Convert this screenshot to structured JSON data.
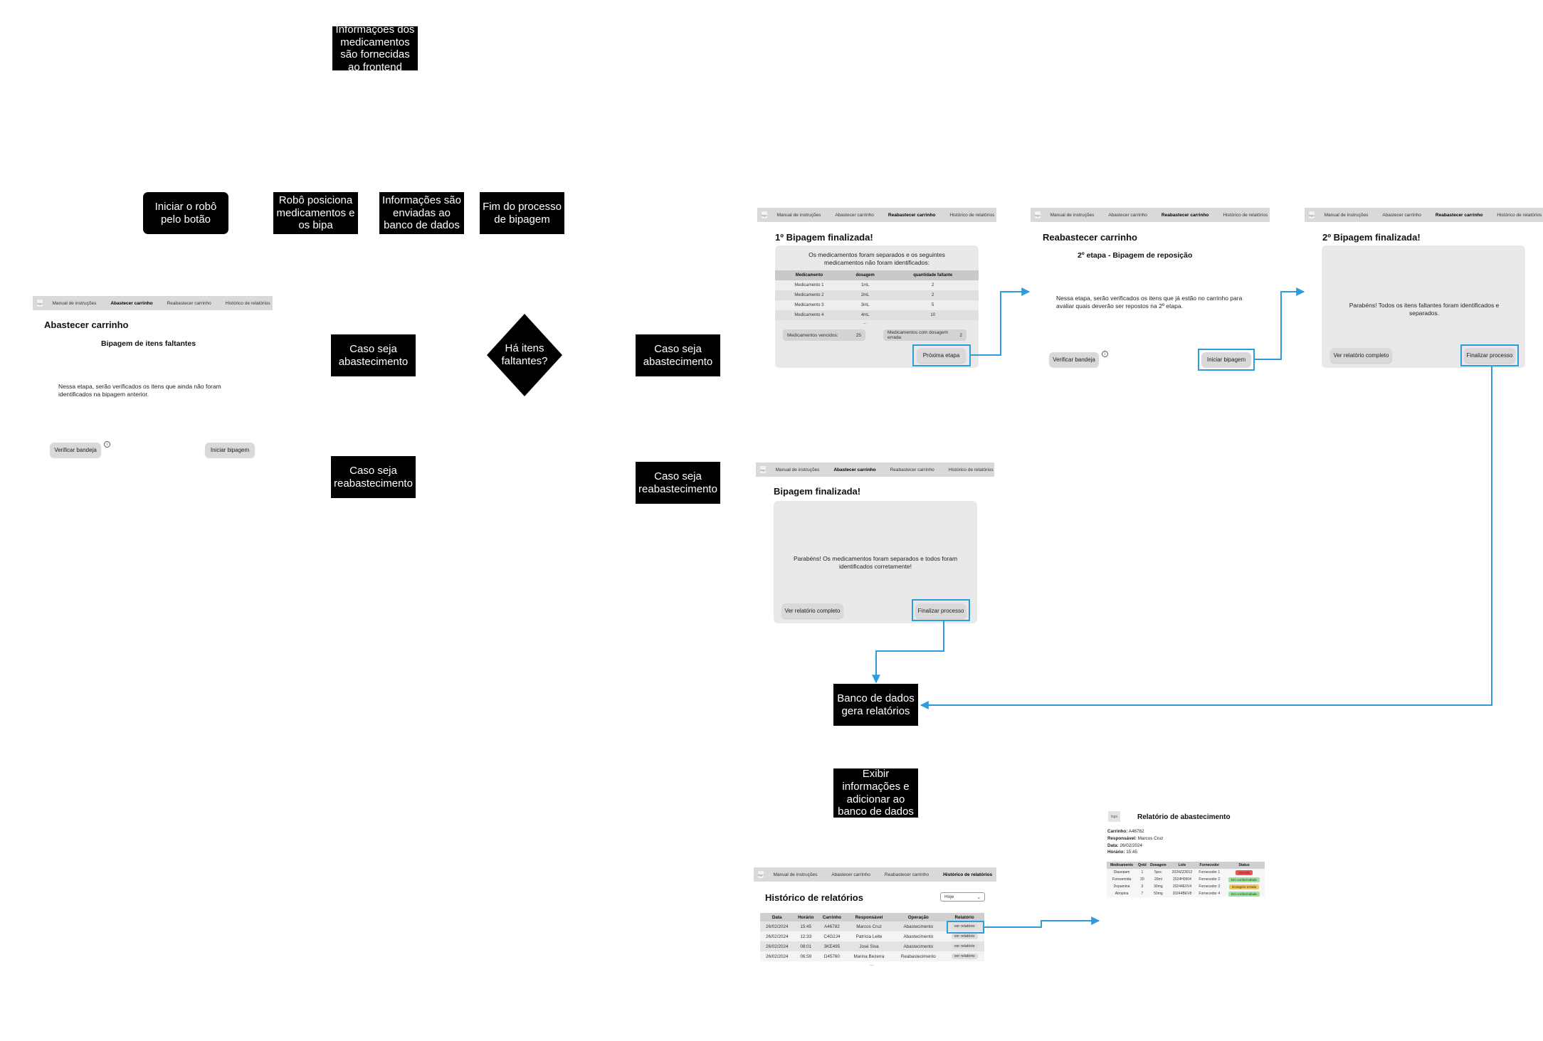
{
  "flow": {
    "info_frontend": "Informações dos medicamentos são fornecidas ao frontend",
    "start_robot": "Iniciar o robô pelo botão",
    "robot_scans": "Robô posiciona medicamentos e os bipa",
    "info_sent_db": "Informações são enviadas ao banco de dados",
    "end_scan": "Fim do processo de bipagem",
    "case_supply_left": "Caso seja abastecimento",
    "case_restock_left": "Caso seja reabastecimento",
    "decision_missing": "Há itens faltantes?",
    "case_supply_right": "Caso seja abastecimento",
    "case_restock_right": "Caso seja reabastecimento",
    "db_reports": "Banco de dados gera relatórios",
    "show_info": "Exibir informações e adicionar ao banco de dados"
  },
  "nav": {
    "logo": "logo",
    "manual": "Manual de instruções",
    "supply": "Abastecer carrinho",
    "restock": "Reabastecer carrinho",
    "history": "Histórico de relatórios"
  },
  "screen_supply": {
    "title": "Abastecer carrinho",
    "subtitle": "Bipagem de itens faltantes",
    "text": "Nessa etapa, serão verificados os itens que ainda não foram identificados na bipagem anterior.",
    "check_tray": "Verificar bandeja",
    "start_scan": "Iniciar bipagem",
    "info": "i"
  },
  "screen_first_scan": {
    "title": "1º Bipagem finalizada!",
    "text": "Os medicamentos foram separados e os seguintes medicamentos não foram identificados:",
    "columns": [
      "Medicamento",
      "dosagem",
      "quantidade faltante"
    ],
    "rows": [
      [
        "Medicamento 1",
        "1mL",
        "2"
      ],
      [
        "Medicamento 2",
        "2mL",
        "2"
      ],
      [
        "Medicamento 3",
        "3mL",
        "5"
      ],
      [
        "Medicamento 4",
        "4mL",
        "10"
      ]
    ],
    "dots": "...",
    "expired_label": "Medicamentos vencidos:",
    "expired_value": "25",
    "wrong_dose_label": "Medicamentos com dosagem errada:",
    "wrong_dose_value": "2",
    "next_step": "Próxima etapa"
  },
  "screen_restock": {
    "title": "Reabastecer carrinho",
    "subtitle": "2º etapa - Bipagem de reposição",
    "text": "Nessa etapa, serão verificados os itens que já estão no carrinho para avaliar quais deverão ser repostos na 2º etapa.",
    "check_tray": "Verificar bandeja",
    "start_scan": "Iniciar bipagem",
    "info": "i"
  },
  "screen_second_scan": {
    "title": "2º Bipagem finalizada!",
    "text": "Parabéns! Todos os itens faltantes foram identificados e separados.",
    "full_report": "Ver relatório completo",
    "finish": "Finalizar processo"
  },
  "screen_scan_done": {
    "title": "Bipagem finalizada!",
    "text": "Parabéns! Os medicamentos foram separados e todos foram identificados corretamente!",
    "full_report": "Ver relatório completo",
    "finish": "Finalizar processo"
  },
  "screen_history": {
    "title": "Histórico de relatórios",
    "filter": "Hoje",
    "columns": [
      "Data",
      "Horário",
      "Carrinho",
      "Responsável",
      "Operação",
      "Relatório"
    ],
    "rows": [
      [
        "26/02/2024",
        "15:45",
        "A46782",
        "Marcos Cruz",
        "Abastecimento",
        "ver relatório"
      ],
      [
        "26/02/2024",
        "12:33",
        "C4G2J4",
        "Patrícia Leite",
        "Abastecimento",
        "ver relatório"
      ],
      [
        "26/02/2024",
        "08:01",
        "3KE495",
        "José Siva",
        "Abastecimento",
        "ver relatório"
      ],
      [
        "26/02/2024",
        "06:59",
        "D45760",
        "Marina Bezerra",
        "Reabastecimento",
        "ver relatório"
      ]
    ],
    "dots": "..."
  },
  "report": {
    "logo": "logo",
    "title": "Relatório de abastecimento",
    "cart_label": "Carrinho:",
    "cart": "A46782",
    "resp_label": "Responsável:",
    "resp": "Marcos Cruz",
    "date_label": "Data:",
    "date": "26/02/2024",
    "time_label": "Horário:",
    "time": "15:45",
    "columns": [
      "Medicamento",
      "Qntd",
      "Dosagem",
      "Lote",
      "Fornecedor",
      "Status"
    ],
    "rows": [
      [
        "Diazepam",
        "1",
        "5pcc",
        "2024ZZ3012",
        "Fornecedor 1",
        "Vencido"
      ],
      [
        "Furosemida",
        "20",
        "20ml",
        "2024H0904",
        "Fornecedor 2",
        "Em conformidade"
      ],
      [
        "Dopamina",
        "3",
        "30mg",
        "20244E0V4",
        "Fornecedor 3",
        "Dosagem errada"
      ],
      [
        "Atropina",
        "7",
        "50mg",
        "20244BEV8",
        "Fornecedor 4",
        "Em conformidade"
      ]
    ],
    "status_colors": {
      "Vencido": "#ef5350",
      "Em conformidade": "#9be39b",
      "Dosagem errada": "#f6c453"
    }
  },
  "colors": {
    "connector": "#2d9cdb",
    "block": "#000000",
    "nav": "#d9d9d9"
  }
}
